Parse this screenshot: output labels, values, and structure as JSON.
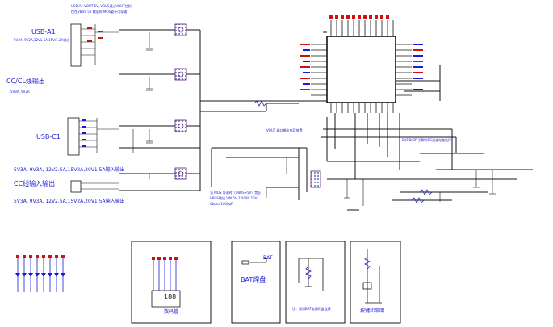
{
  "labels": {
    "usb_a1": "USB-A1",
    "usb_a1_spec": "5V3A, 9V2A,12V1.5A,15V/1.2A输出",
    "cc_cl_out": "CC/CL线输出",
    "cc_cl_spec": "5V3A, 9V2A",
    "usb_c1": "USB-C1",
    "usb_c1_spec": "5V3A, 9V3A, 12V2.5A,15V2A,20V1.5A输入输出",
    "cc_in_out": "CC线输入输出",
    "cc_in_out_spec": "5V3A, 9V3A, 12V2.5A,15V2A,20V1.5A输入输出",
    "digit_tube": "数码管",
    "digit_value": "188",
    "bat_pad": "BAT焊盘",
    "button_light": "按键和照明",
    "note_top1": "USB-A1 VOUT 5V,  VBUS通过VOUT控制",
    "note_top2": "仅在VBUS 5V 输出时 MOS管不可导通",
    "note_mid1": "当 MOS 导通时（VBUS>5V）禁止",
    "note_mid2": "VBUS输出 VIN 5V 12V 9V 15V",
    "note_mid3": "Cbus=1000pF",
    "note_ic_r": "BVDD/DP 引脚的RC滤波电路选择",
    "note_side": "VOUT 端口输出电容放置",
    "note_bat": "注：采用BAT电源焊盘连接",
    "net_bat": "BAT"
  },
  "colors": {
    "wire": "#141414",
    "label": "#1a1ad0",
    "net": "#d01010",
    "component": "#5a1a7a"
  }
}
